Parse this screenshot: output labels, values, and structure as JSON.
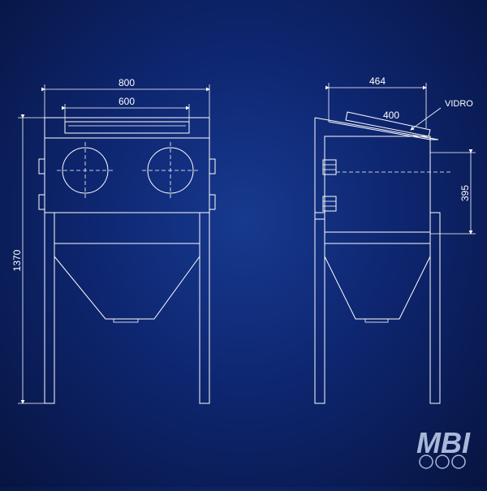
{
  "dimensions": {
    "width_total": "800",
    "width_window": "600",
    "height_total": "1370",
    "depth_total": "464",
    "glass_length": "400",
    "door_height": "395"
  },
  "labels": {
    "glass": "VIDRO"
  },
  "logo": {
    "text": "MBI"
  },
  "colors": {
    "background": "#0e2670",
    "lines": "#ffffff"
  }
}
